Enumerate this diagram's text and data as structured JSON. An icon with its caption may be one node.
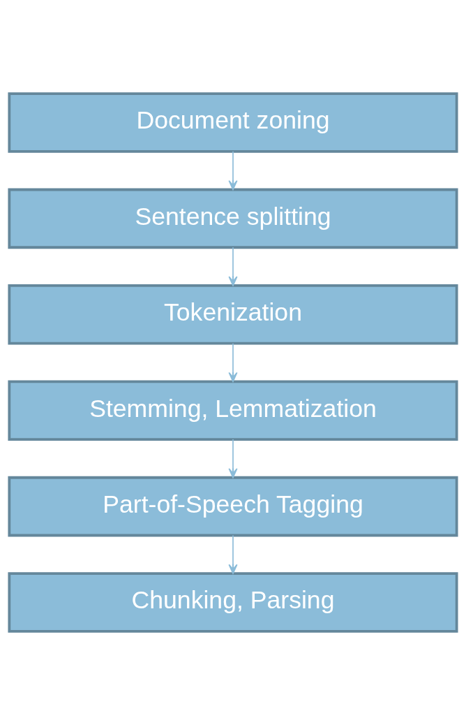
{
  "diagram": {
    "nodes": [
      {
        "text": [
          "Document zoning"
        ]
      },
      {
        "text": [
          "Sentence splitting"
        ]
      },
      {
        "text": [
          "Tokenization"
        ]
      },
      {
        "text": [
          "Stemming, Lemmatization"
        ]
      },
      {
        "text": [
          "Part-of-Speech Tagging"
        ]
      },
      {
        "text": [
          "Chunking, Parsing"
        ]
      }
    ],
    "edges": [
      {
        "from": 0,
        "to": 1,
        "arrow": "to"
      },
      {
        "from": 1,
        "to": 2,
        "arrow": "to"
      },
      {
        "from": 2,
        "to": 3,
        "arrow": "to"
      },
      {
        "from": 3,
        "to": 4,
        "arrow": "to"
      },
      {
        "from": 4,
        "to": 5,
        "arrow": "to"
      }
    ]
  }
}
